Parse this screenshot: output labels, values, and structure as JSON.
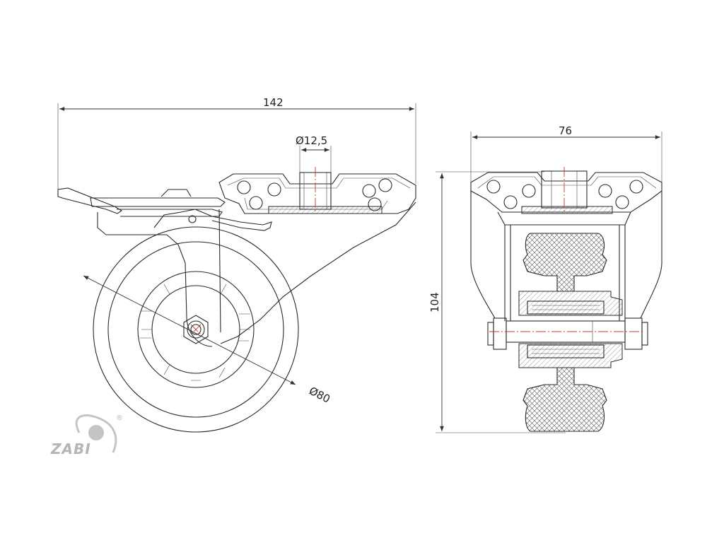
{
  "dimensions": {
    "overall_width": "142",
    "mount_hole": "Ø12,5",
    "wheel_diameter": "Ø80",
    "wheel_width": "76",
    "overall_height": "104"
  },
  "logo": {
    "text": "ZABI",
    "mark": "®",
    "color": "#b5b5b5"
  },
  "colors": {
    "line": "#2a2a2a",
    "centerline": "#c0392b"
  }
}
